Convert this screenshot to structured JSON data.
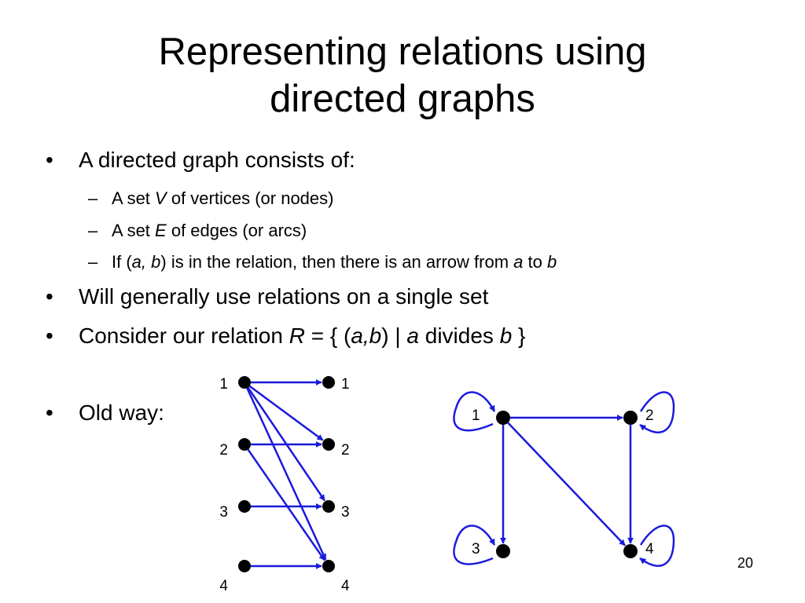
{
  "slide": {
    "title_line1": "Representing relations using",
    "title_line2": "directed graphs",
    "bullet_char": "•",
    "dash_char": "–",
    "bullet1": "A directed graph consists of:",
    "sub1": {
      "pre": "A set ",
      "var": "V",
      "post": " of vertices (or nodes)"
    },
    "sub2": {
      "pre": "A set ",
      "var": "E",
      "post": " of edges (or arcs)"
    },
    "sub3": {
      "p1": "If (",
      "v1": "a, b",
      "p2": ") is in the relation, then there is an arrow from ",
      "v2": "a",
      "p3": " to ",
      "v3": "b"
    },
    "bullet2": "Will generally use relations on a single set",
    "bullet3": {
      "p1": "Consider our relation ",
      "v1": "R",
      "p2": " = { (",
      "v2": "a,b",
      "p3": ") | ",
      "v3": "a",
      "p4": " divides ",
      "v4": "b",
      "p5": " }"
    },
    "bullet4": "Old way:",
    "page_number": "20"
  },
  "graph_colors": {
    "edge": "#1a1adc",
    "node": "#000000"
  },
  "old_way": {
    "left_labels": [
      "1",
      "2",
      "3",
      "4"
    ],
    "right_labels": [
      "1",
      "2",
      "3",
      "4"
    ],
    "edges": [
      [
        1,
        1
      ],
      [
        1,
        2
      ],
      [
        1,
        3
      ],
      [
        1,
        4
      ],
      [
        2,
        2
      ],
      [
        2,
        4
      ],
      [
        3,
        3
      ],
      [
        4,
        4
      ]
    ]
  },
  "new_way": {
    "node_labels": [
      "1",
      "2",
      "3",
      "4"
    ],
    "edges": [
      [
        1,
        2
      ],
      [
        1,
        3
      ],
      [
        1,
        4
      ],
      [
        2,
        4
      ]
    ],
    "self_loops": [
      1,
      2,
      3,
      4
    ]
  }
}
